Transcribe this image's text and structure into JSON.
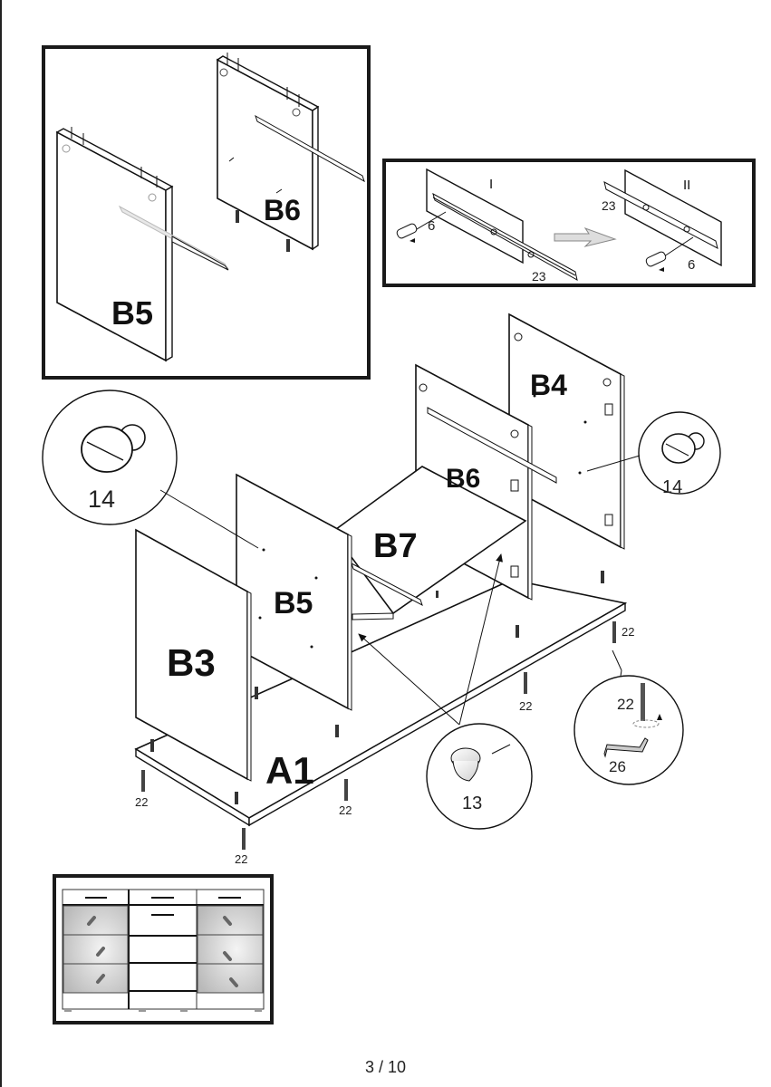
{
  "page": {
    "page_number": "3 / 10"
  },
  "inset_side_panels": {
    "panels": [
      {
        "label": "B5"
      },
      {
        "label": "B6"
      }
    ]
  },
  "inset_rail_steps": {
    "step_1": {
      "label": "I",
      "screw_part": "6",
      "rail_part": "23"
    },
    "step_2": {
      "label": "II",
      "screw_part": "6",
      "rail_part": "23"
    }
  },
  "main_assembly": {
    "panels": {
      "base": "A1",
      "left_side": "B3",
      "inner_left": "B5",
      "shelf": "B7",
      "inner_right": "B6",
      "right_side": "B4"
    },
    "callouts": {
      "shelf_stop_left": "14",
      "shelf_stop_right": "14",
      "shelf_support": "13",
      "leg_screw": "22",
      "leg_key": "26"
    },
    "foot_labels": [
      "22",
      "22",
      "22",
      "22",
      "22"
    ]
  },
  "thumbnail": {
    "description": "finished cabinet"
  }
}
